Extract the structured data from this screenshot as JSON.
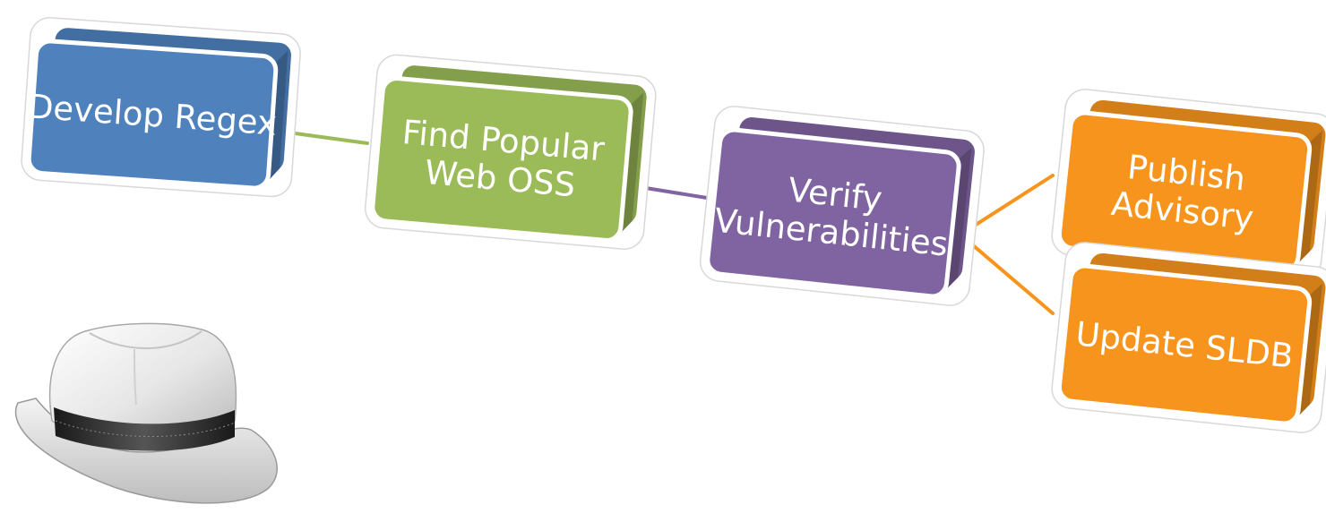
{
  "diagram": {
    "steps": [
      {
        "id": "develop-regex",
        "label_lines": [
          "Develop Regex"
        ],
        "color": "#4f81bd"
      },
      {
        "id": "find-popular-web-oss",
        "label_lines": [
          "Find Popular",
          "Web OSS"
        ],
        "color": "#9bbb59"
      },
      {
        "id": "verify-vulnerabilities",
        "label_lines": [
          "Verify",
          "Vulnerabilities"
        ],
        "color": "#8064a2"
      },
      {
        "id": "publish-advisory",
        "label_lines": [
          "Publish",
          "Advisory"
        ],
        "color": "#f7941d"
      },
      {
        "id": "update-sldb",
        "label_lines": [
          "Update SLDB"
        ],
        "color": "#f7941d"
      }
    ],
    "connectors": [
      {
        "from": "develop-regex",
        "to": "find-popular-web-oss",
        "color": "#9bbb59"
      },
      {
        "from": "find-popular-web-oss",
        "to": "verify-vulnerabilities",
        "color": "#8064a2"
      },
      {
        "from": "verify-vulnerabilities",
        "to": "publish-advisory",
        "color": "#f7941d"
      },
      {
        "from": "verify-vulnerabilities",
        "to": "update-sldb",
        "color": "#f7941d"
      }
    ]
  },
  "illustration": {
    "icon": "white-fedora-hat-icon"
  }
}
